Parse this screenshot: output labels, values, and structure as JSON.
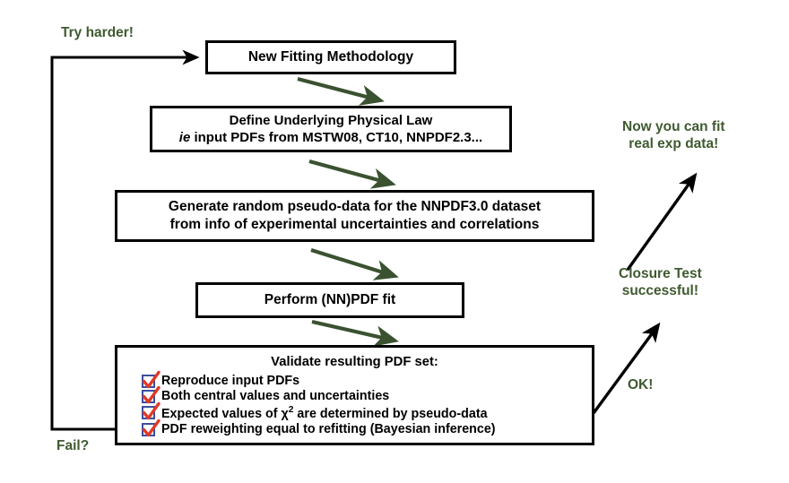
{
  "diagram": {
    "title": "New Fitting Methodology closure-test flowchart",
    "colors": {
      "green_text": "#3f5a30",
      "green_arrow": "#3a5230",
      "black_line": "#000000",
      "checkbox_border": "#3b4ea0",
      "check_mark": "#e03a27",
      "background": "#ffffff"
    },
    "boxes": [
      {
        "id": "new-fitting-methodology",
        "lines": [
          "New Fitting Methodology"
        ]
      },
      {
        "id": "define-underlying-physical-law",
        "lines": [
          "Define Underlying Physical Law"
        ],
        "sub_prefix": "ie",
        "sub_text": " input PDFs from MSTW08, CT10, NNPDF2.3..."
      },
      {
        "id": "generate-pseudo-data",
        "lines": [
          "Generate random pseudo-data for the NNPDF3.0 dataset",
          "from info of experimental uncertainties and correlations"
        ]
      },
      {
        "id": "perform-nnpdf-fit",
        "lines": [
          "Perform (NN)PDF fit"
        ]
      },
      {
        "id": "validate-pdf-set",
        "title": "Validate resulting PDF set:",
        "checklist": [
          {
            "checked": true,
            "label": "Reproduce input PDFs"
          },
          {
            "checked": true,
            "label": "Both central values and uncertainties"
          },
          {
            "checked": true,
            "label_pre": "Expected values of ",
            "chi": "χ",
            "sup": "2",
            "label_post": " are determined by pseudo-data"
          },
          {
            "checked": true,
            "label": "PDF reweighting equal to refitting (Bayesian inference)"
          }
        ]
      }
    ],
    "labels": {
      "try_harder": "Try harder!",
      "fail": "Fail?",
      "now_you_can_fit": "Now you can fit\nreal exp data!",
      "closure_test": "Closure Test\nsuccessful!",
      "ok": "OK!"
    }
  }
}
